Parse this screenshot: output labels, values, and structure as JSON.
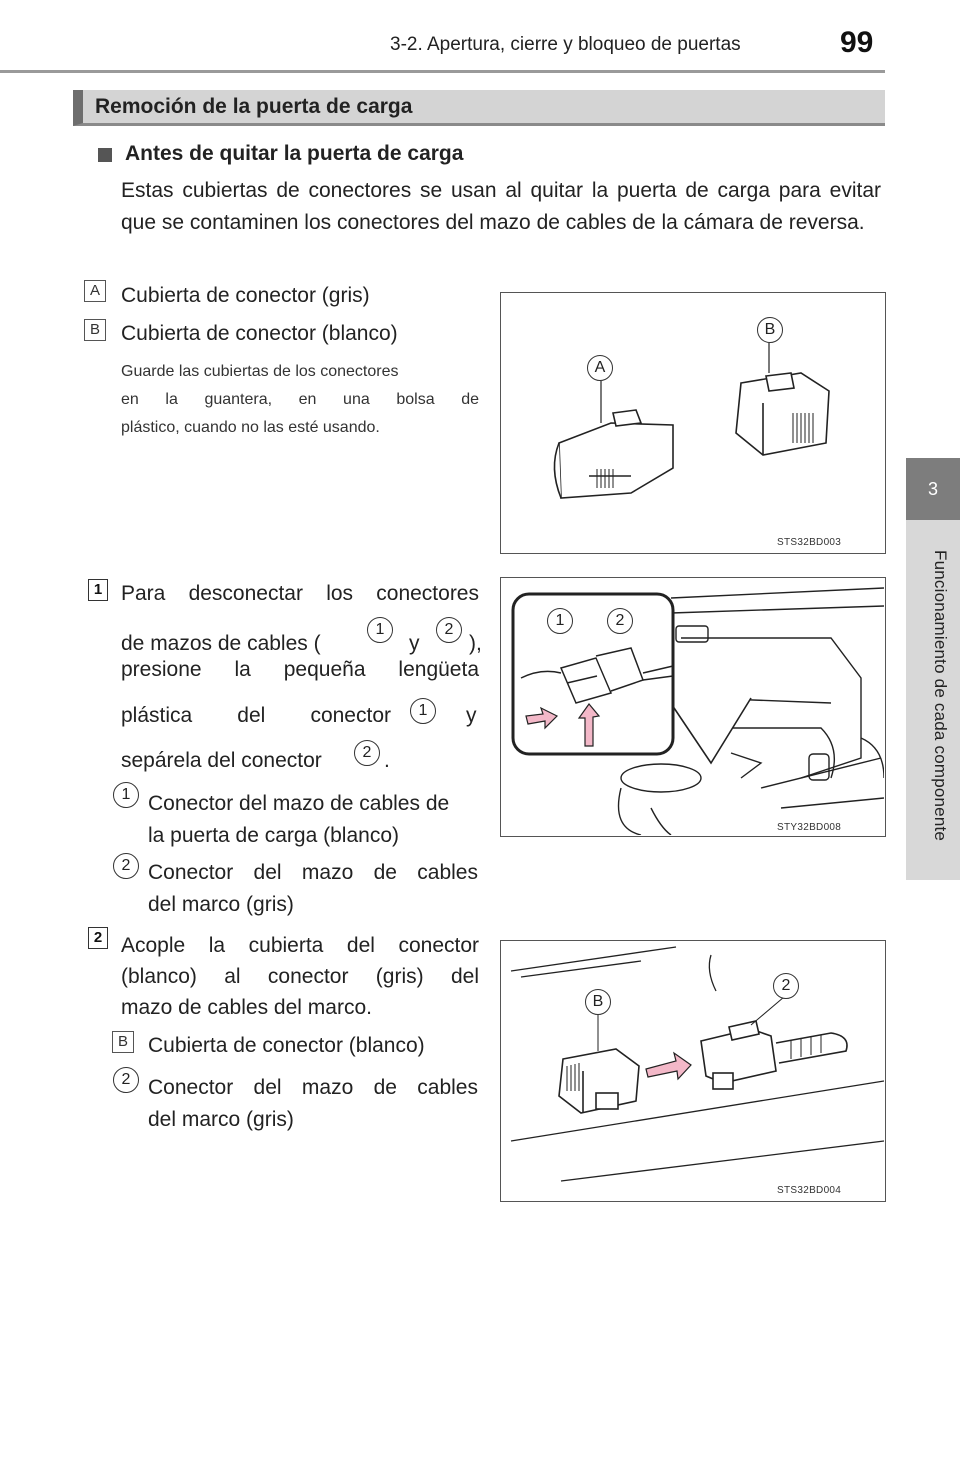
{
  "header": {
    "section": "3-2. Apertura, cierre y bloqueo de puertas",
    "page_number": "99"
  },
  "side_tab": {
    "number": "3",
    "chapter": "Funcionamiento de cada componente"
  },
  "section_title": "Remoción de la puerta de carga",
  "subsection": {
    "title": "Antes de quitar la puerta de carga",
    "body": "Estas cubiertas de conectores se usan al quitar la puerta de carga para evitar que se contaminen los conectores del mazo de cables de la cámara de reversa."
  },
  "covers": {
    "a_marker": "A",
    "a_label": "Cubierta de conector (gris)",
    "b_marker": "B",
    "b_label": "Cubierta de conector (blanco)",
    "note_lines": [
      "Guarde las cubiertas de los conectores",
      "en la guantera, en una bolsa de",
      "plástico, cuando no las esté usando."
    ]
  },
  "step1": {
    "number": "1",
    "line1": "Para desconectar los conectores",
    "line2_pre": "de mazos de cables (",
    "line2_mid": "y",
    "line2_post": "),",
    "line3": "presione la pequeña lengüeta",
    "line4_pre": "plástica del conector",
    "line4_post": "y",
    "line5_pre": "sepárela del conector",
    "line5_post": ".",
    "c1": "1",
    "c2": "2",
    "item1_lines": [
      "Conector del mazo de cables de",
      "la puerta de carga (blanco)"
    ],
    "item2_lines": [
      "Conector del mazo de cables",
      "del marco (gris)"
    ]
  },
  "step2": {
    "number": "2",
    "lines": [
      "Acople la cubierta del conector",
      "(blanco) al conector (gris) del",
      "mazo de cables del marco."
    ],
    "item_b": "Cubierta de conector (blanco)",
    "item_2_lines": [
      "Conector del mazo de cables",
      "del marco (gris)"
    ]
  },
  "figures": {
    "fig1": {
      "code": "STS32BD003",
      "label_a": "A",
      "label_b": "B"
    },
    "fig2": {
      "code": "STY32BD008",
      "label_1": "1",
      "label_2": "2"
    },
    "fig3": {
      "code": "STS32BD004",
      "label_b": "B",
      "label_2": "2"
    }
  }
}
